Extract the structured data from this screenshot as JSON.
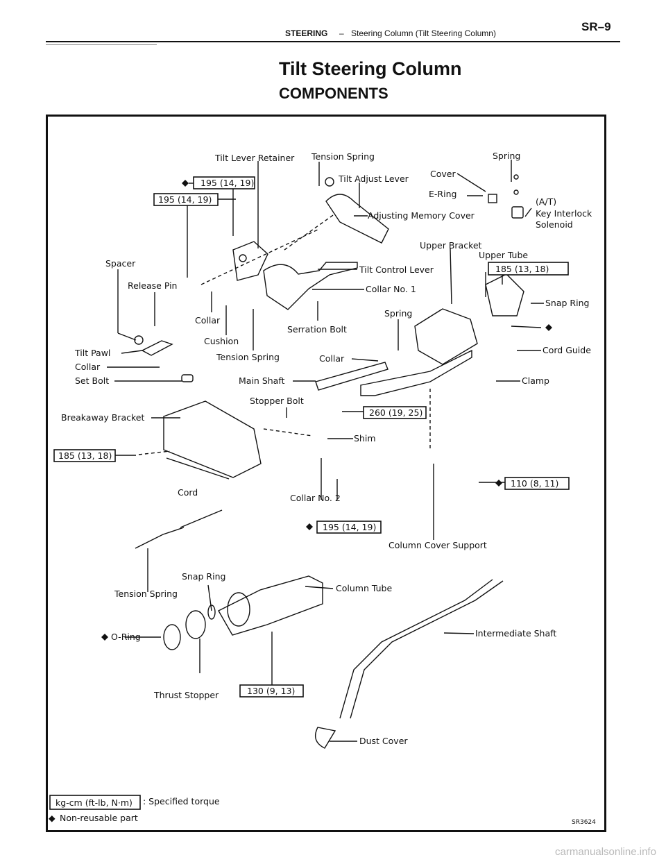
{
  "header": {
    "section": "STEERING",
    "dash": "–",
    "subtitle": "Steering Column (Tilt Steering Column)",
    "code": "SR–9"
  },
  "title": "Tilt Steering Column",
  "subtitle": "COMPONENTS",
  "labels": {
    "tilt_lever_retainer": "Tilt Lever Retainer",
    "tension_spring_top": "Tension Spring",
    "tilt_adjust_lever": "Tilt Adjust Lever",
    "cover": "Cover",
    "e_ring": "E-Ring",
    "spring_top": "Spring",
    "at": "(A/T)",
    "key_interlock": "Key Interlock",
    "solenoid": "Solenoid",
    "adjusting_memory_cover": "Adjusting Memory Cover",
    "upper_bracket": "Upper Bracket",
    "upper_tube": "Upper Tube",
    "spacer": "Spacer",
    "release_pin": "Release Pin",
    "tilt_control_lever": "Tilt Control Lever",
    "collar_no1": "Collar No. 1",
    "snap_ring_right": "Snap Ring",
    "spring_mid": "Spring",
    "collar_left": "Collar",
    "cushion": "Cushion",
    "serration_bolt": "Serration Bolt",
    "cord_guide": "Cord Guide",
    "tilt_pawl": "Tilt Pawl",
    "collar_pawl": "Collar",
    "set_bolt": "Set Bolt",
    "tension_spring_mid": "Tension Spring",
    "collar_mid": "Collar",
    "main_shaft": "Main Shaft",
    "clamp": "Clamp",
    "stopper_bolt": "Stopper Bolt",
    "breakaway_bracket": "Breakaway Bracket",
    "shim": "Shim",
    "cord": "Cord",
    "collar_no2": "Collar No. 2",
    "column_cover_support": "Column Cover Support",
    "snap_ring_bottom": "Snap Ring",
    "column_tube": "Column Tube",
    "tension_spring_bottom": "Tension Spring",
    "o_ring": "O-Ring",
    "intermediate_shaft": "Intermediate Shaft",
    "thrust_stopper": "Thrust Stopper",
    "dust_cover": "Dust Cover"
  },
  "torque": {
    "t1": "195 (14, 19)",
    "t2": "195 (14, 19)",
    "t3": "185 (13, 18)",
    "t4": "260 (19, 25)",
    "t5": "185 (13, 18)",
    "t6": "110 (8, 11)",
    "t7": "195 (14, 19)",
    "t8": "130 (9, 13)"
  },
  "legend": {
    "unit_box": "kg-cm (ft-lb, N·m)",
    "specified": ": Specified torque",
    "diamond": "◆",
    "nonreusable": "Non-reusable part"
  },
  "figure_code": "SR3624",
  "watermark": "carmanualsonline.info"
}
